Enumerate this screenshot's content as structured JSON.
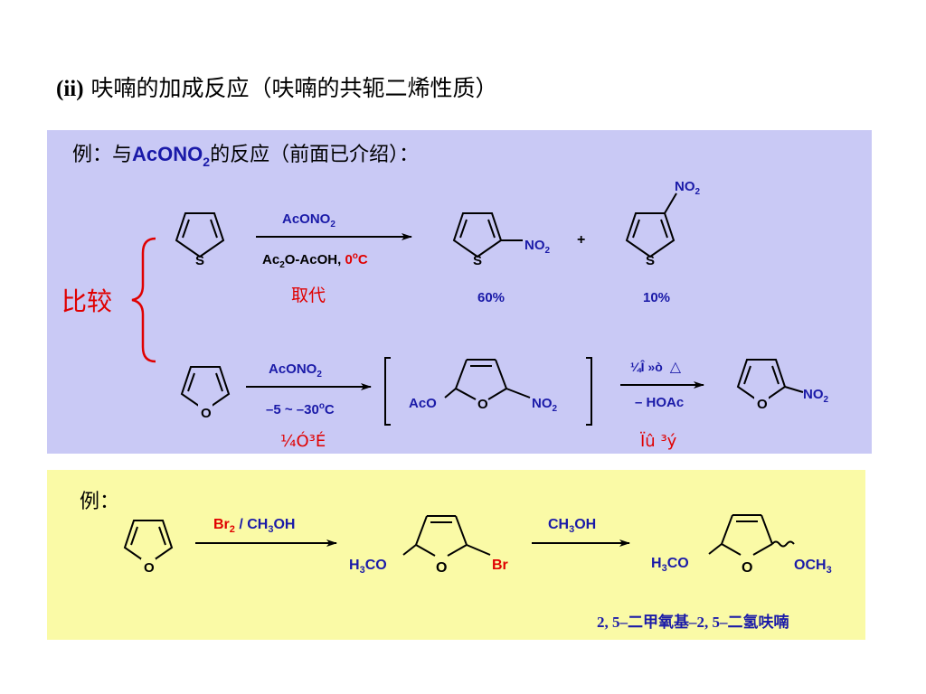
{
  "title": {
    "prefix": "(ii)",
    "text": "呋喃的加成反应（呋喃的共轭二烯性质）"
  },
  "panel1": {
    "heading_pre": "例：与",
    "heading_reagent": "AcONO",
    "heading_sub": "2",
    "heading_post": "的反应（前面已介绍）：",
    "compare_label": "比较",
    "row1": {
      "reactant_atom": "S",
      "reagent_above": "AcONO",
      "reagent_above_sub": "2",
      "cond_pre": "Ac",
      "cond_sub": "2",
      "cond_mid": "O-AcOH, ",
      "cond_temp": "0",
      "cond_deg": "o",
      "cond_unit": "C",
      "type_label": "取代",
      "p1_atom": "S",
      "p1_group": "NO",
      "p1_group_sub": "2",
      "p1_yield": "60%",
      "plus": "+",
      "p2_atom": "S",
      "p2_group": "NO",
      "p2_group_sub": "2",
      "p2_yield": "10%"
    },
    "row2": {
      "reactant_atom": "O",
      "reagent_above": "AcONO",
      "reagent_above_sub": "2",
      "cond_pre": "–5 ~ –30",
      "cond_deg": "o",
      "cond_unit": "C",
      "type_label": "¼Ó³É",
      "int_left": "AcO",
      "int_atom": "O",
      "int_right": "NO",
      "int_right_sub": "2",
      "arrow2_above": "¼Î »ò",
      "arrow2_delta": "△",
      "arrow2_below": "– HOAc",
      "type2_label": "Ïû ³ý",
      "prod_atom": "O",
      "prod_group": "NO",
      "prod_group_sub": "2"
    }
  },
  "panel2": {
    "heading": "例：",
    "reactant_atom": "O",
    "reagent1_a": "Br",
    "reagent1_a_sub": "2",
    "reagent1_b": " / CH",
    "reagent1_b_sub": "3",
    "reagent1_c": "OH",
    "int_left": "H",
    "int_left_sub": "3",
    "int_left_rest": "CO",
    "int_atom": "O",
    "int_right": "Br",
    "reagent2": "CH",
    "reagent2_sub": "3",
    "reagent2_rest": "OH",
    "prod_left": "H",
    "prod_left_sub": "3",
    "prod_left_rest": "CO",
    "prod_atom": "O",
    "prod_right": "OCH",
    "prod_right_sub": "3",
    "product_name": "2, 5–二甲氧基–2, 5–二氢呋喃"
  },
  "colors": {
    "blue": "#1a1aa8",
    "red": "#e00000",
    "arrow": "#000000",
    "panel1_bg": "#c9c9f5",
    "panel2_bg": "#fafaa6"
  }
}
